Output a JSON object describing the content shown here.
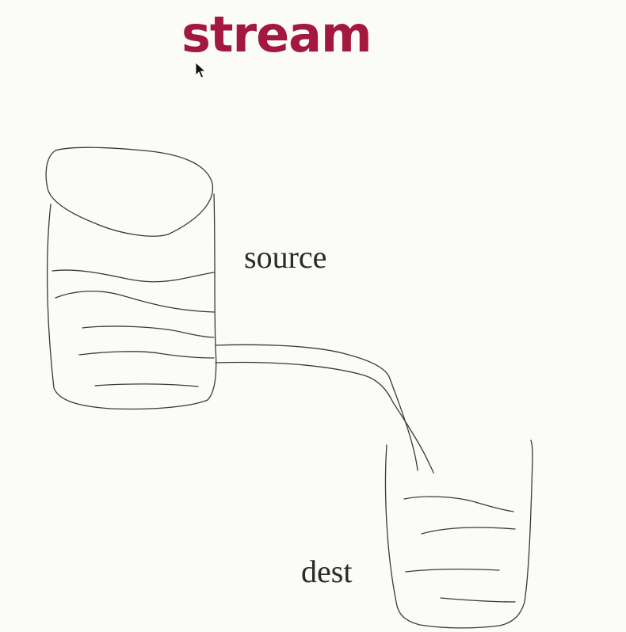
{
  "title": "stream",
  "labels": {
    "source": "source",
    "dest": "dest"
  },
  "colors": {
    "title": "#a3183f",
    "background": "#fbfbf8",
    "ink": "#3a3a3a"
  },
  "icons": {
    "cursor": "mouse-pointer-icon"
  }
}
